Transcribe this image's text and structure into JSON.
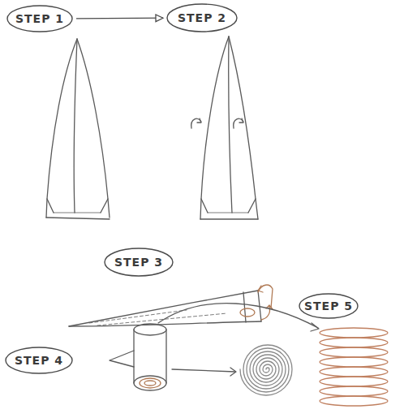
{
  "diagram": {
    "nodes": [
      {
        "text": [
          "STEP 1"
        ]
      },
      {
        "text": [
          "STEP 2"
        ]
      },
      {
        "text": [
          "STEP 3"
        ]
      },
      {
        "text": [
          "STEP 4"
        ]
      },
      {
        "text": [
          "STEP 5"
        ]
      }
    ],
    "edges": [
      {
        "from": 0,
        "to": 1,
        "arrow": "to"
      }
    ]
  }
}
